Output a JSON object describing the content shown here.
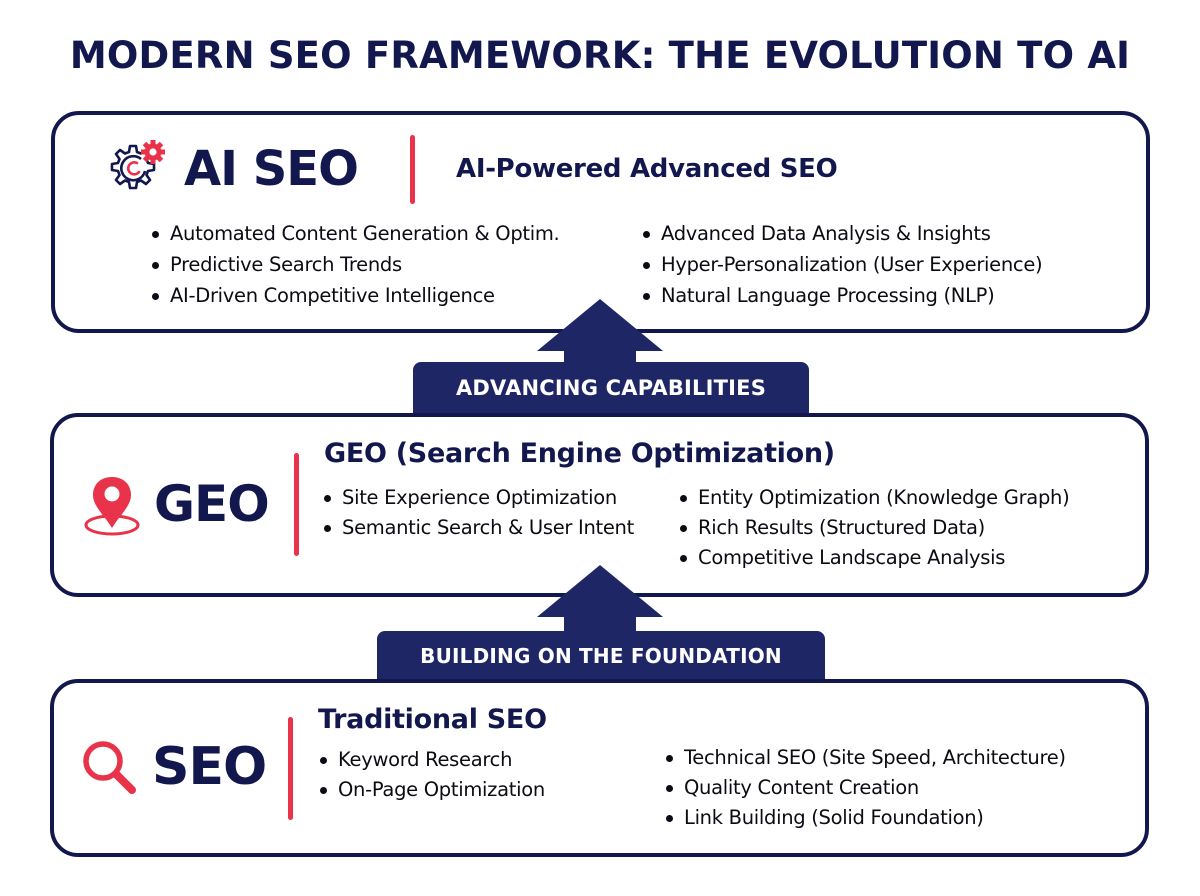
{
  "title": "MODERN SEO FRAMEWORK: THE EVOLUTION TO AI",
  "colors": {
    "navy": "#12174d",
    "banner_navy": "#1f2666",
    "accent_red": "#e8334a",
    "text": "#0b0b14",
    "background": "#ffffff"
  },
  "tiers": {
    "ai": {
      "icon": "gears-icon",
      "label": "AI SEO",
      "subtitle": "AI-Powered Advanced SEO",
      "bullets_left": [
        "Automated Content Generation & Optim.",
        "Predictive Search Trends",
        "AI-Driven Competitive Intelligence"
      ],
      "bullets_right": [
        "Advanced Data Analysis & Insights",
        "Hyper-Personalization (User Experience)",
        "Natural Language Processing (NLP)"
      ]
    },
    "geo": {
      "icon": "location-pin-icon",
      "label": "GEO",
      "subtitle": "GEO (Search Engine Optimization)",
      "bullets_left": [
        "Site Experience Optimization",
        "Semantic Search & User Intent"
      ],
      "bullets_right": [
        "Entity Optimization (Knowledge Graph)",
        "Rich Results (Structured Data)",
        "Competitive Landscape Analysis"
      ]
    },
    "seo": {
      "icon": "magnifier-icon",
      "label": "SEO",
      "subtitle": "Traditional SEO",
      "bullets_left": [
        "Keyword Research",
        "On-Page Optimization"
      ],
      "bullets_right": [
        "Technical SEO (Site Speed, Architecture)",
        "Quality Content Creation",
        "Link Building (Solid Foundation)"
      ]
    }
  },
  "connectors": {
    "upper": "ADVANCING CAPABILITIES",
    "lower": "BUILDING ON THE FOUNDATION"
  }
}
